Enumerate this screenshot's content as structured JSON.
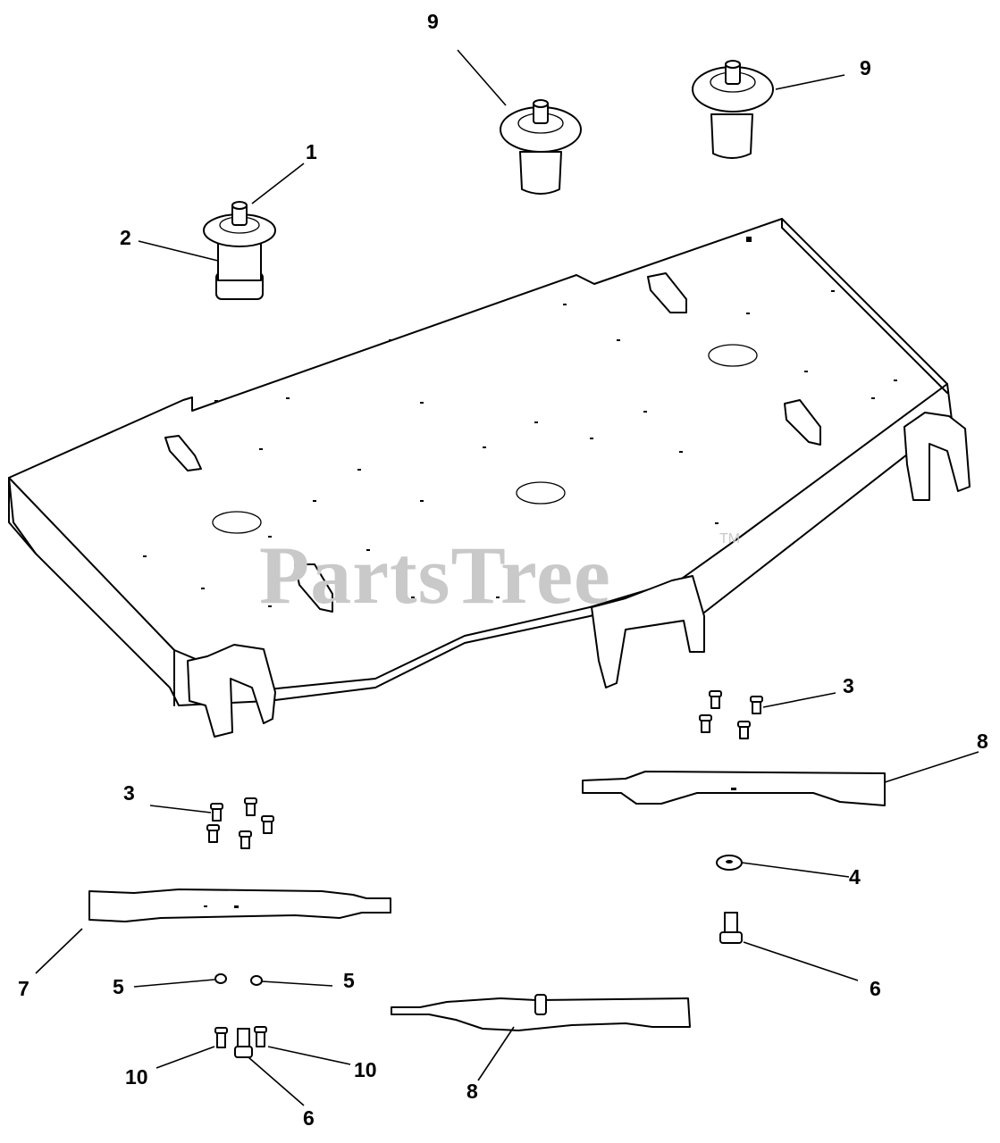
{
  "watermark": {
    "text": "PartsTree",
    "trademark": "TM"
  },
  "callouts": [
    {
      "id": "c1",
      "label": "1"
    },
    {
      "id": "c2",
      "label": "2"
    },
    {
      "id": "c9a",
      "label": "9"
    },
    {
      "id": "c9b",
      "label": "9"
    },
    {
      "id": "c3a",
      "label": "3"
    },
    {
      "id": "c3b",
      "label": "3"
    },
    {
      "id": "c8a",
      "label": "8"
    },
    {
      "id": "c8b",
      "label": "8"
    },
    {
      "id": "c4",
      "label": "4"
    },
    {
      "id": "c6a",
      "label": "6"
    },
    {
      "id": "c6b",
      "label": "6"
    },
    {
      "id": "c7",
      "label": "7"
    },
    {
      "id": "c5a",
      "label": "5"
    },
    {
      "id": "c5b",
      "label": "5"
    },
    {
      "id": "c10a",
      "label": "10"
    },
    {
      "id": "c10b",
      "label": "10"
    }
  ]
}
